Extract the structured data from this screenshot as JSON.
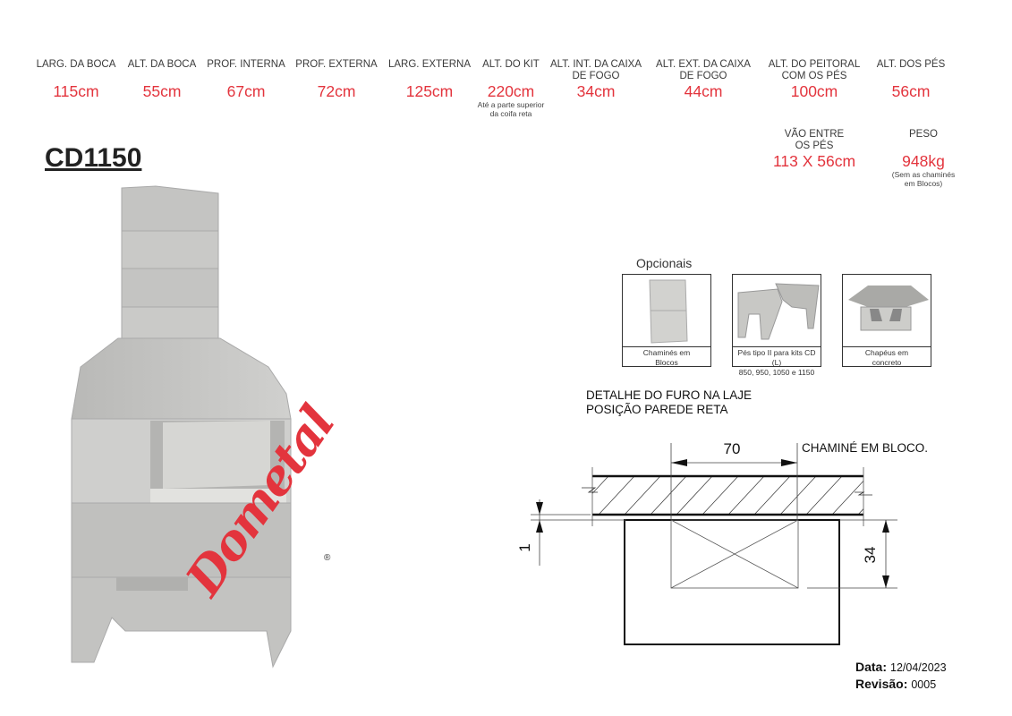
{
  "specs": [
    {
      "label": "LARG. DA BOCA",
      "value": "115cm"
    },
    {
      "label": "ALT. DA BOCA",
      "value": "55cm"
    },
    {
      "label": "PROF. INTERNA",
      "value": "67cm"
    },
    {
      "label": "PROF. EXTERNA",
      "value": "72cm"
    },
    {
      "label": "LARG. EXTERNA",
      "value": "125cm"
    },
    {
      "label": "ALT. DO KIT",
      "value": "220cm",
      "note1": "Até a parte superior",
      "note2": "da coifa reta"
    },
    {
      "label1": "ALT. INT. DA CAIXA",
      "label2": "DE FOGO",
      "value": "34cm"
    },
    {
      "label1": "ALT. EXT. DA CAIXA",
      "label2": "DE FOGO",
      "value": "44cm"
    },
    {
      "label1": "ALT. DO PEITORAL",
      "label2": "COM OS PÉS",
      "value": "100cm"
    },
    {
      "label": "ALT. DOS PÉS",
      "value": "56cm"
    },
    {
      "label1": "VÃO ENTRE",
      "label2": "OS PÉS",
      "value": "113 X 56cm"
    },
    {
      "label": "PESO",
      "value": "948kg",
      "note1": "(Sem as chaminés",
      "note2": "em Blocos)"
    }
  ],
  "model": "CD1150",
  "brand": {
    "logo_text": "Dometal",
    "registered": "®",
    "color": "#e3343d"
  },
  "optionals": {
    "title": "Opcionais",
    "items": [
      {
        "line1": "Chaminés em",
        "line2": "Blocos"
      },
      {
        "line1": "Pés tipo II para kits CD (L)",
        "line2": "850, 950, 1050 e 1150"
      },
      {
        "line1": "Chapéus em",
        "line2": "concreto"
      }
    ]
  },
  "detail": {
    "title1": "DETALHE DO FURO NA LAJE",
    "title2": "POSIÇÃO PAREDE RETA",
    "dim_width": "70",
    "dim_gap": "1",
    "dim_height": "34",
    "chimney_label": "CHAMINÉ EM BLOCO."
  },
  "footer": {
    "date_label": "Data:",
    "date": "12/04/2023",
    "revision_label": "Revisão:",
    "revision": "0005"
  }
}
